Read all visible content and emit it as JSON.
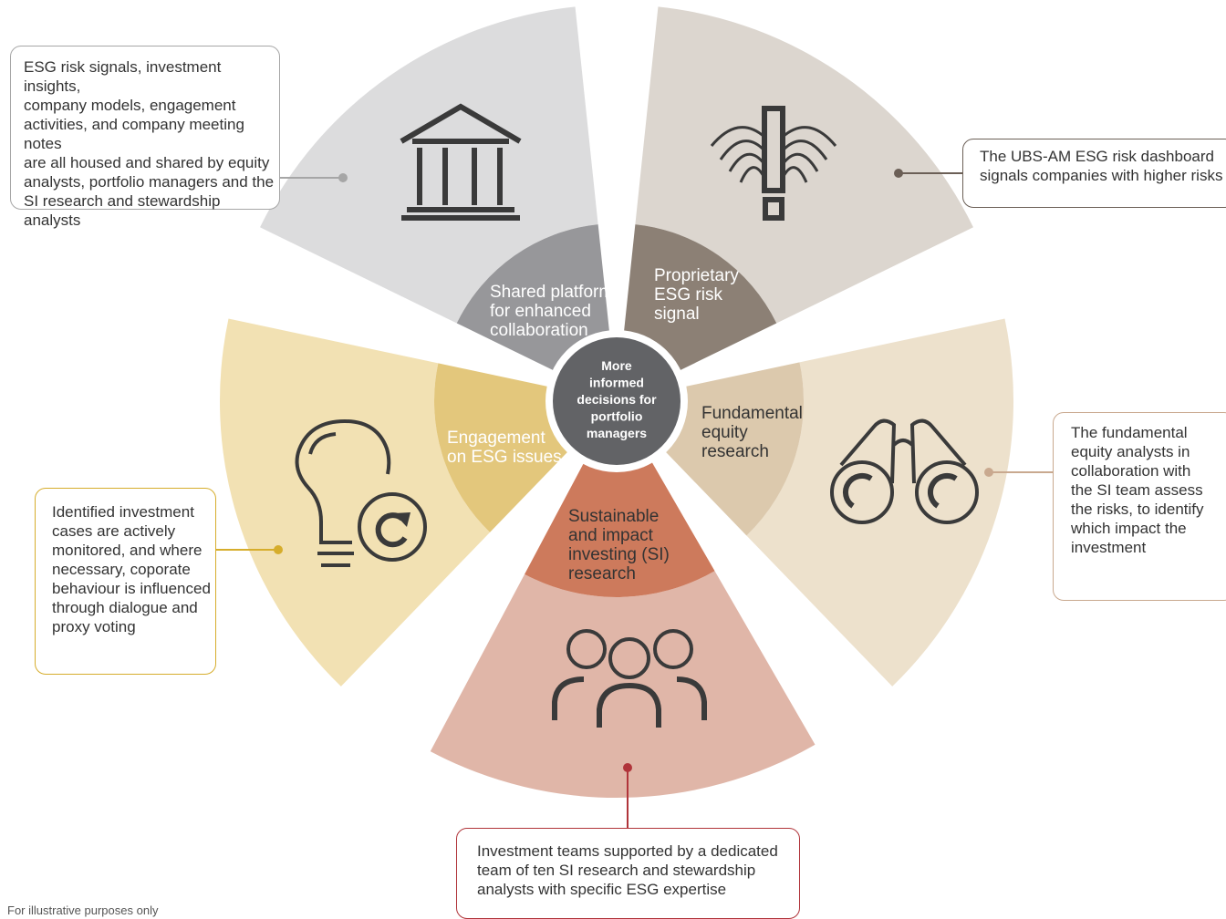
{
  "center": {
    "label": "More\ninformed\ndecisions for\nportfolio\nmanagers",
    "color": "#626366"
  },
  "segments": [
    {
      "id": "shared",
      "label": "Shared platform\nfor enhanced\ncollaboration",
      "icon": "bank-building-icon",
      "outer_color": "#dcdcdd",
      "inner_color": "#97979a",
      "label_color": "#ffffff",
      "callout": "ESG risk signals, investment insights,\ncompany models, engagement\nactivities, and company meeting notes\nare all housed and shared by equity\nanalysts, portfolio managers and the\nSI research and stewardship analysts",
      "accent": "#a6a6a6"
    },
    {
      "id": "risk",
      "label": "Proprietary\nESG risk\nsignal",
      "icon": "alert-signal-icon",
      "outer_color": "#dcd6cf",
      "inner_color": "#8c8075",
      "label_color": "#ffffff",
      "callout": "The UBS-AM ESG risk dashboard\nsignals companies with higher risks",
      "accent": "#6b5f56"
    },
    {
      "id": "fundamental",
      "label": "Fundamental\nequity\nresearch",
      "icon": "binoculars-icon",
      "outer_color": "#ede1cc",
      "inner_color": "#dcc9ad",
      "label_color": "#333333",
      "callout": "The fundamental\nequity analysts in\ncollaboration with\nthe SI team assess\nthe risks, to identify\nwhich impact the\ninvestment",
      "accent": "#c9a98f"
    },
    {
      "id": "si",
      "label": "Sustainable\nand impact\ninvesting (SI)\nresearch",
      "icon": "people-group-icon",
      "outer_color": "#e0b6a8",
      "inner_color": "#cd7a5c",
      "label_color": "#333333",
      "callout": "Investment teams supported by a dedicated\nteam of ten SI research and stewardship\nanalysts with specific ESG expertise",
      "accent": "#b0343a"
    },
    {
      "id": "engagement",
      "label": "Engagement\non ESG issues",
      "icon": "lightbulb-refresh-icon",
      "outer_color": "#f2e1b3",
      "inner_color": "#e3c77c",
      "label_color": "#ffffff",
      "callout": "Identified investment\ncases are actively\nmonitored, and where\nnecessary, coporate\nbehaviour is influenced\nthrough dialogue and\nproxy voting",
      "accent": "#d6ad2c"
    }
  ],
  "footnote": "For illustrative purposes only"
}
